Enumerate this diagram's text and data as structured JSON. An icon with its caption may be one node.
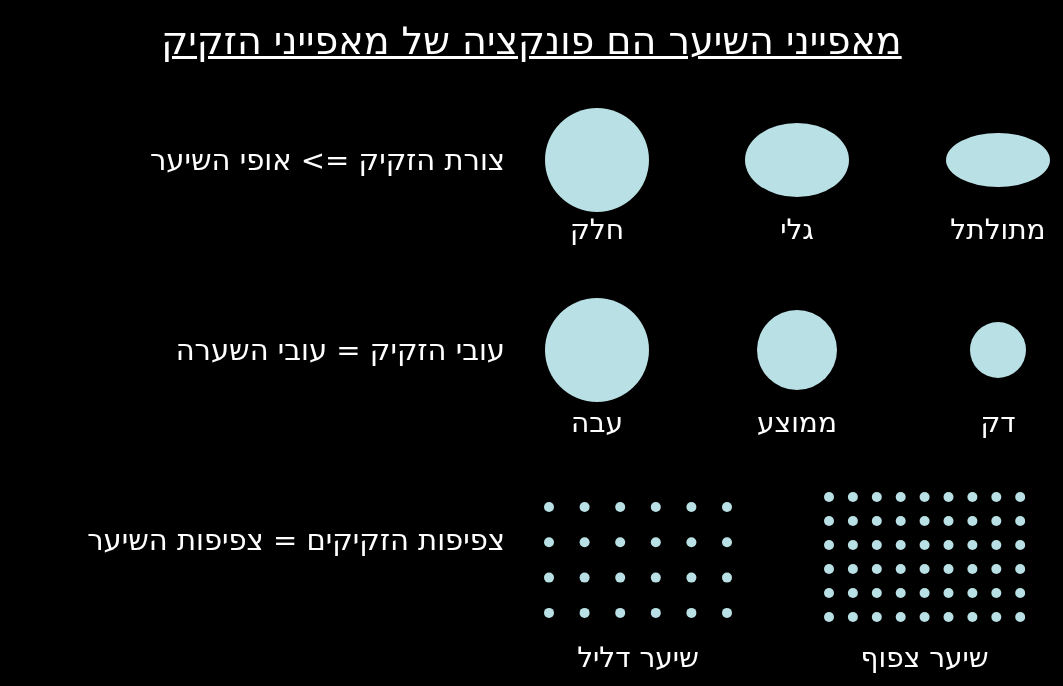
{
  "diagram": {
    "title": "מאפייני השיער הם פונקציה של מאפייני הזקיק",
    "nodes": [
      {
        "text": [
          "מתולתל"
        ]
      },
      {
        "text": [
          "גלי"
        ]
      },
      {
        "text": [
          "חלק"
        ]
      },
      {
        "text": [
          "דק"
        ]
      },
      {
        "text": [
          "ממוצע"
        ]
      },
      {
        "text": [
          "עבה"
        ]
      },
      {
        "text": [
          "שיער צפוף"
        ]
      },
      {
        "text": [
          "שיער דליל"
        ]
      }
    ],
    "edges": [],
    "labels": [
      "צורת הזקיק => אופי השיער",
      "עובי הזקיק = עובי השערה",
      "צפיפות הזקיקים = צפיפות השיער"
    ]
  }
}
